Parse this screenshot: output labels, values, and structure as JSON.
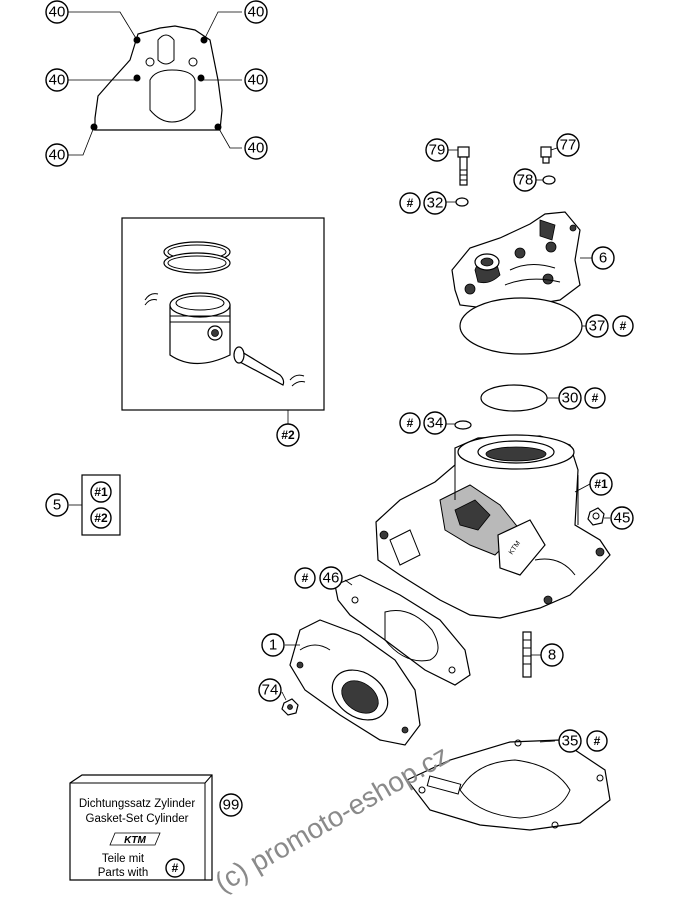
{
  "callouts": {
    "c40a": "40",
    "c40b": "40",
    "c40c": "40",
    "c40d": "40",
    "c40e": "40",
    "c40f": "40",
    "c79": "79",
    "c77": "77",
    "c78": "78",
    "c32h": "#",
    "c32": "32",
    "c6": "6",
    "c37": "37",
    "c37h": "#",
    "c2": "#2",
    "c30": "30",
    "c30h": "#",
    "c34h": "#",
    "c34": "34",
    "c5": "5",
    "c5a": "#1",
    "c5b": "#2",
    "c1hash": "#1",
    "c45": "45",
    "c46h": "#",
    "c46": "46",
    "c1": "1",
    "c8": "8",
    "c74": "74",
    "c35": "35",
    "c35h": "#",
    "c99": "99"
  },
  "kit": {
    "line1": "Dichtungssatz Zylinder",
    "line2": "Gasket-Set Cylinder",
    "brand": "KTM",
    "line3": "Teile mit",
    "line4": "Parts with",
    "hash": "#"
  },
  "watermark": "(c) promoto-eshop.cz",
  "colors": {
    "ink": "#000000",
    "fill": "#ffffff",
    "shade": "#3a3a3a",
    "watermark": "#8a8a8a"
  }
}
